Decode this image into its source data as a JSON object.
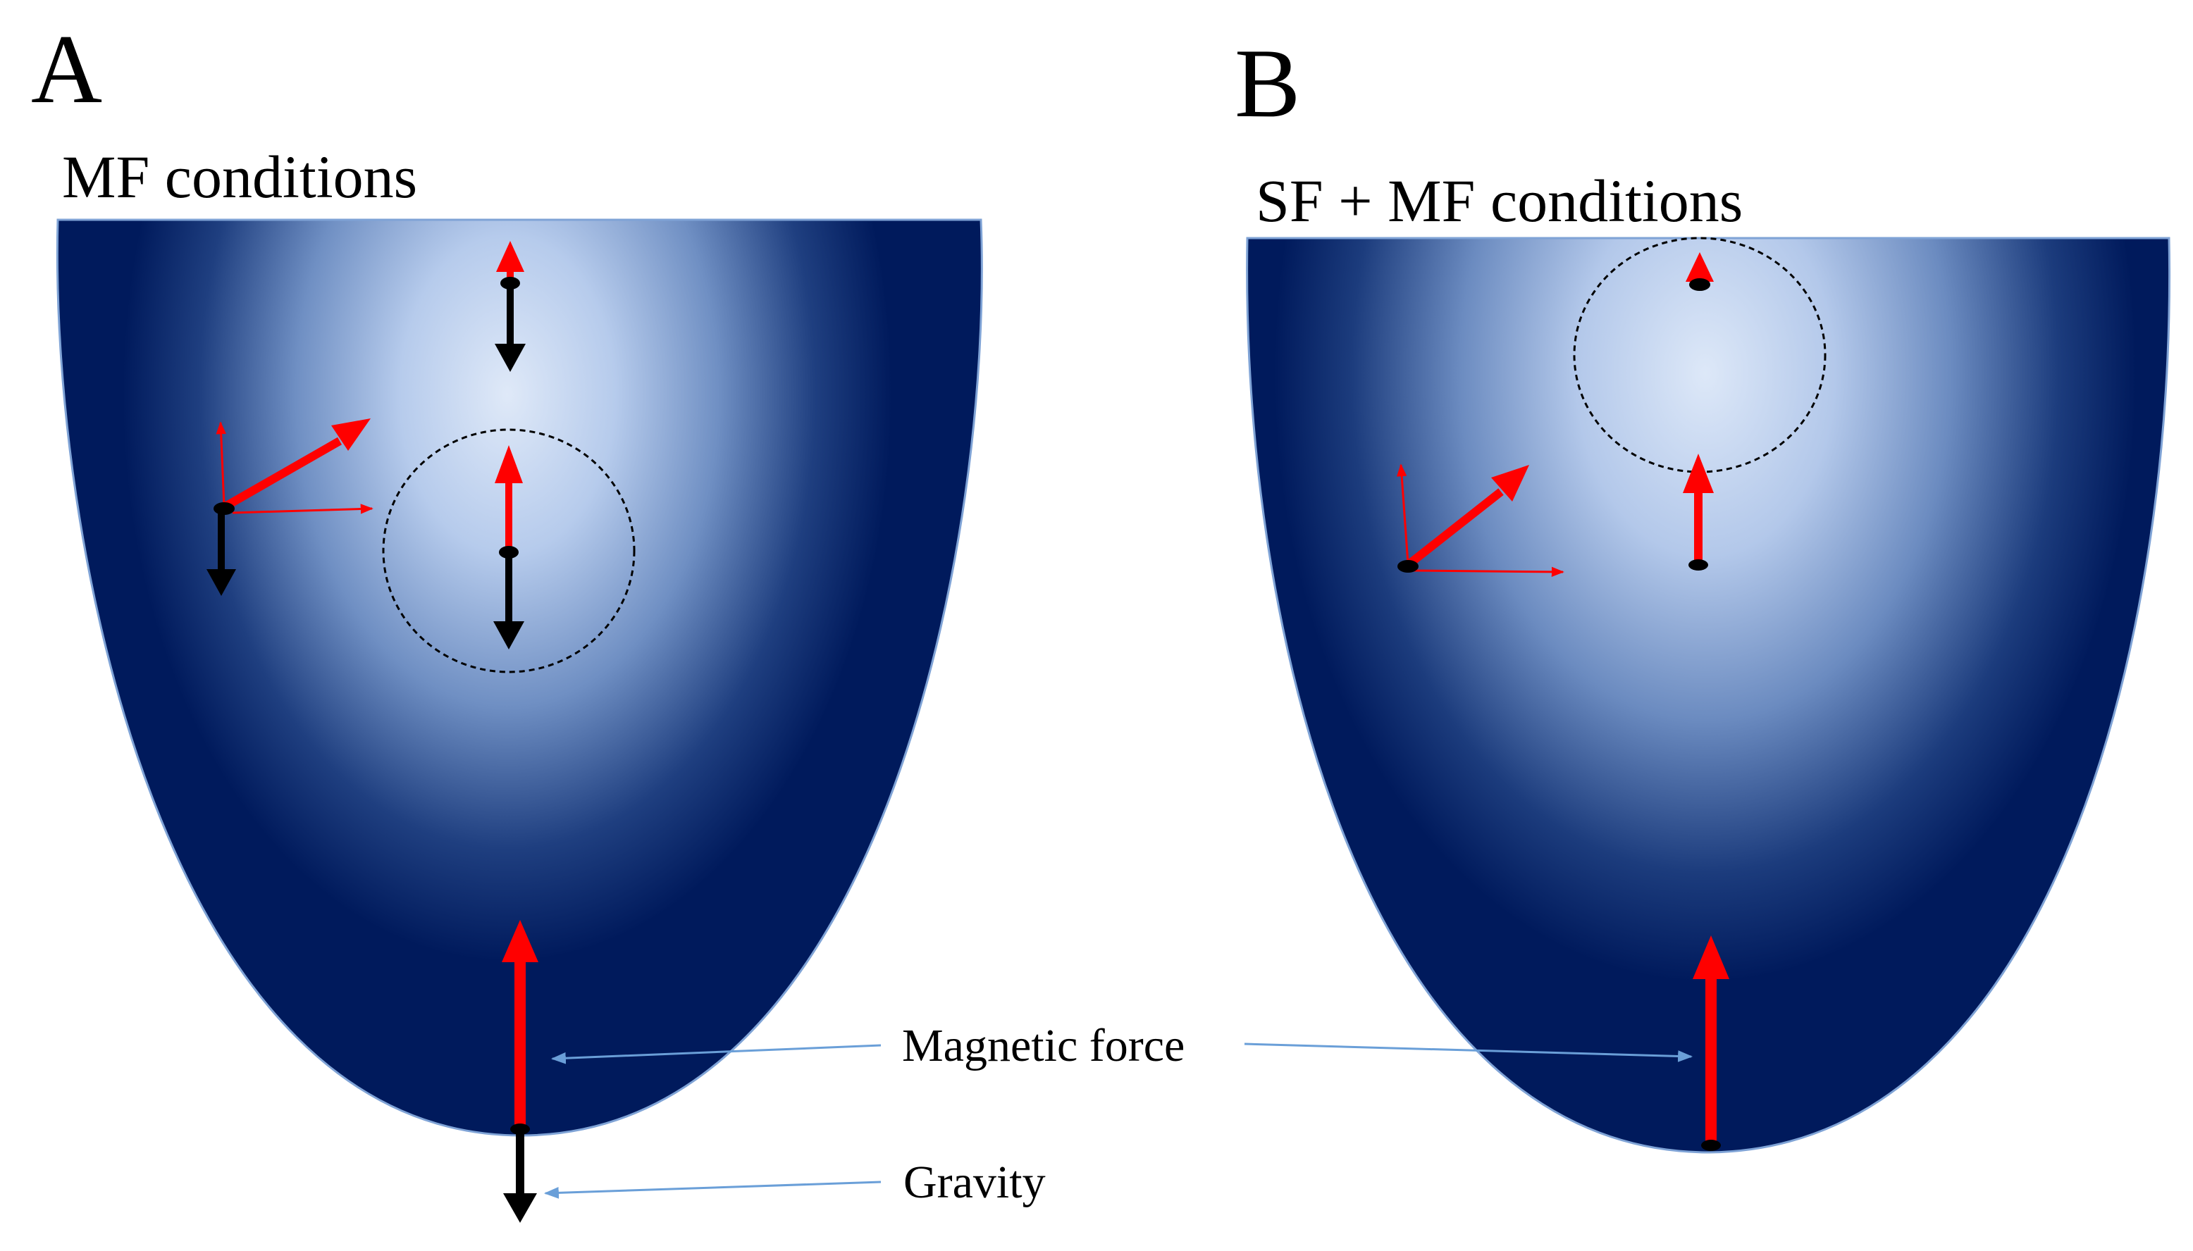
{
  "panel_a": {
    "letter": "A",
    "title": "MF conditions"
  },
  "panel_b": {
    "letter": "B",
    "title": "SF + MF conditions"
  },
  "annotations": {
    "magnetic_force": "Magnetic force",
    "gravity": "Gravity"
  },
  "colors": {
    "vessel_dark": "#001a5c",
    "vessel_light": "#dde8f8",
    "force_red": "#ff0000",
    "gravity_black": "#000000",
    "pointer_blue": "#6a9fd8"
  }
}
